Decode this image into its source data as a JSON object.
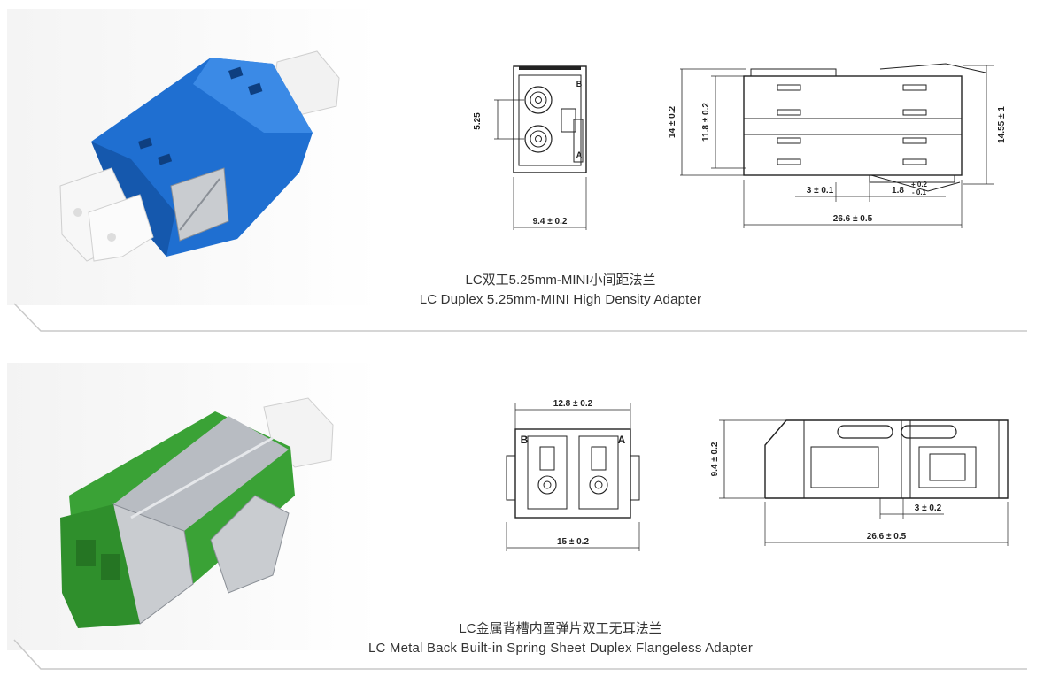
{
  "products": [
    {
      "caption_cn": "LC双工5.25mm-MINI小间距法兰",
      "caption_en": "LC Duplex 5.25mm-MINI High Density Adapter",
      "body_color": "#1f6fd1",
      "dims": {
        "pitch": "5.25",
        "front_width": "9.4 ± 0.2",
        "height_outer": "14 ± 0.2",
        "height_inner": "11.8 ± 0.2",
        "height_clip": "14.55 ± 1",
        "length": "26.6 ± 0.5",
        "slot": "3 ± 0.1",
        "clip_offset": "1.8",
        "clip_tol_plus": "+ 0.2",
        "clip_tol_minus": "- 0.1",
        "port_a": "A",
        "port_b": "B"
      }
    },
    {
      "caption_cn": "LC金属背槽内置弹片双工无耳法兰",
      "caption_en": "LC Metal Back Built-in Spring Sheet Duplex Flangeless Adapter",
      "body_color": "#3aa236",
      "dims": {
        "top_width": "12.8 ± 0.2",
        "bottom_width": "15 ± 0.2",
        "height": "9.4 ± 0.2",
        "slot": "3 ± 0.2",
        "length": "26.6 ± 0.5",
        "port_a": "A",
        "port_b": "B"
      }
    }
  ]
}
